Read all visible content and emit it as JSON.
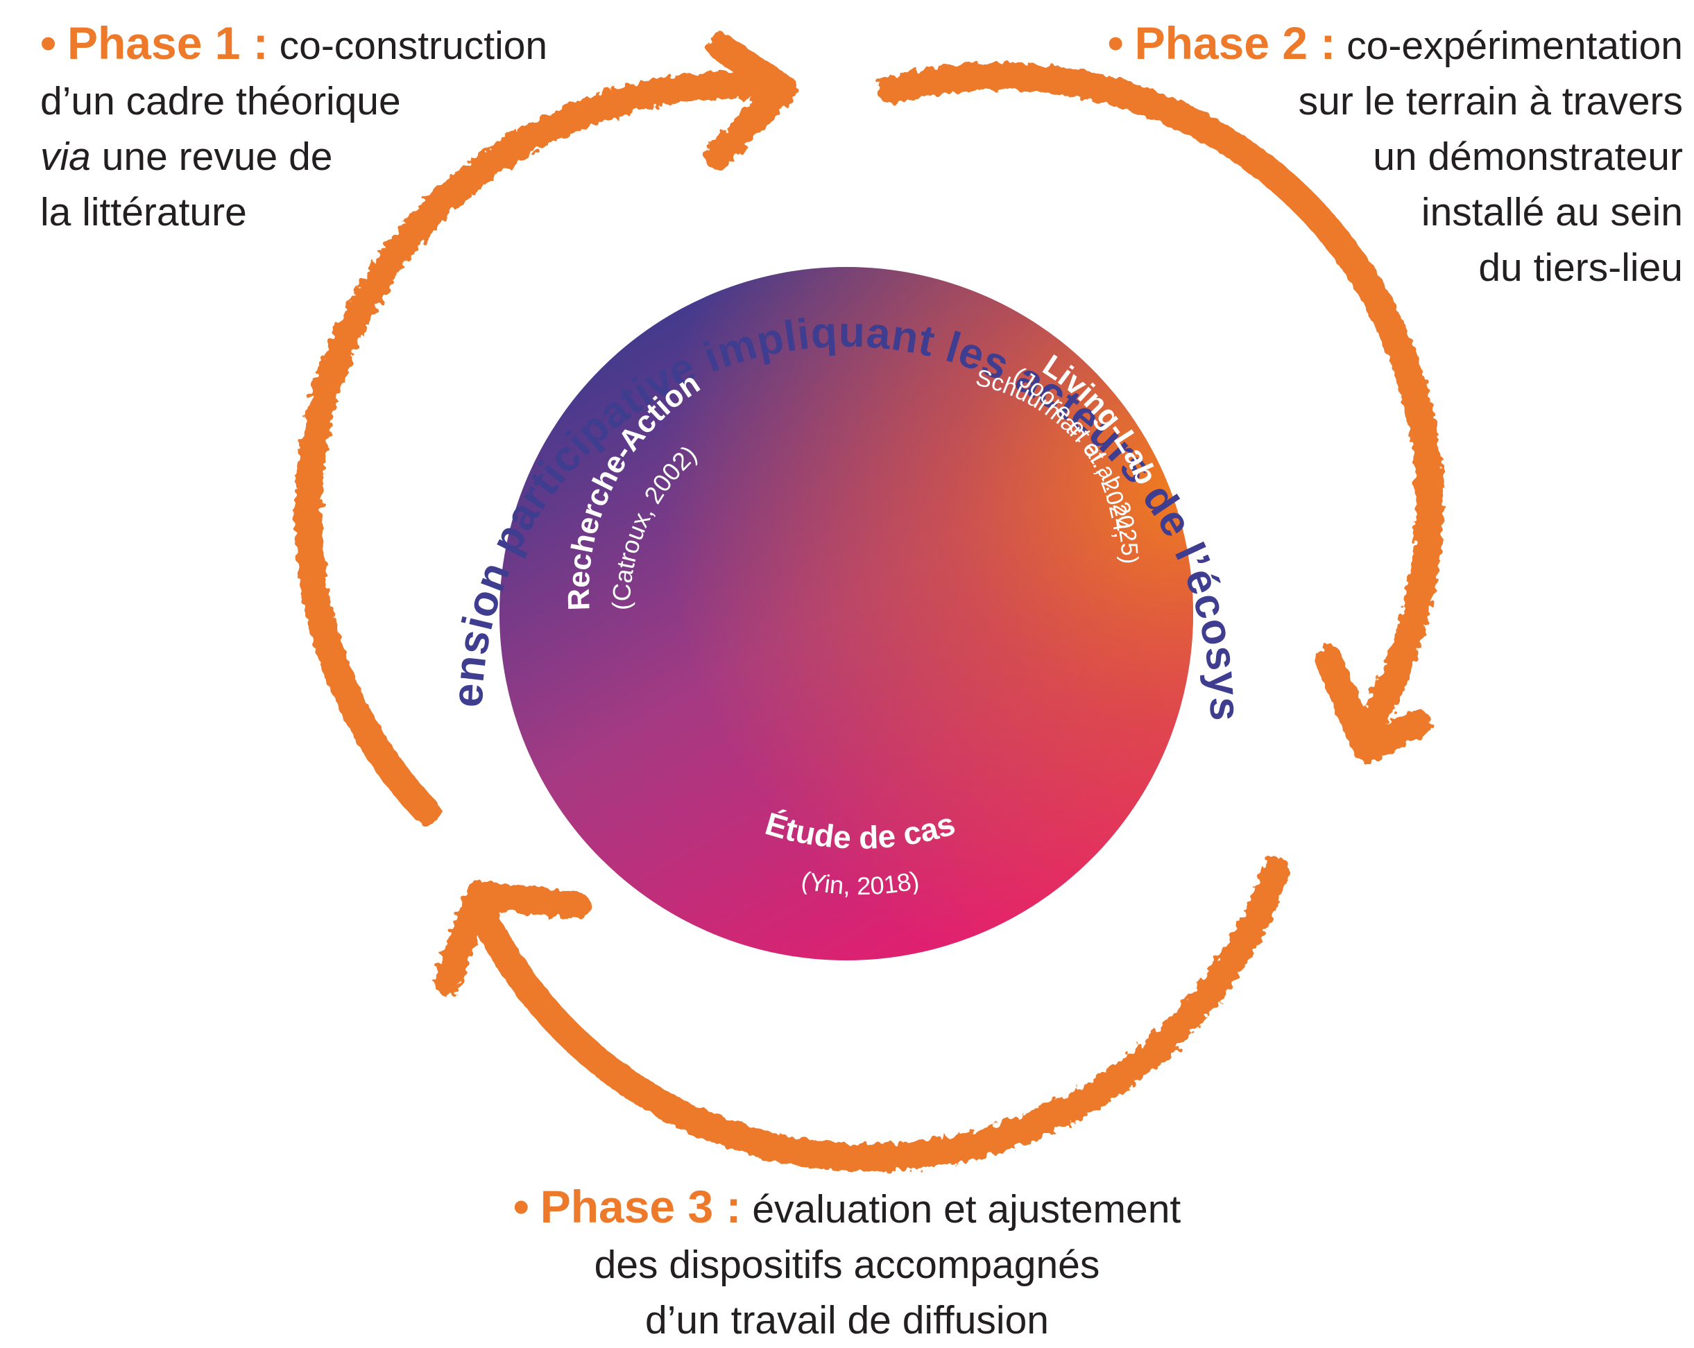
{
  "phases": [
    {
      "bullet": "•",
      "title": "Phase 1 :",
      "line1": "co-construction",
      "line2": "d’un cadre théorique",
      "line3_em": "via",
      "line3_rest": " une revue de",
      "line4": "la littérature"
    },
    {
      "bullet": "•",
      "title": "Phase 2 :",
      "line1": "co-expérimentation",
      "line2": "sur le terrain à travers",
      "line3": "un démonstrateur",
      "line4": "installé au sein",
      "line5": "du tiers-lieu"
    },
    {
      "bullet": "•",
      "title": "Phase 3 :",
      "line1": "évaluation et ajustement",
      "line2": "des dispositifs accompagnés",
      "line3": "d’un travail de diffusion"
    }
  ],
  "ring_text": "+ dimension participative impliquant les acteurs de l’écosystème",
  "methods": {
    "recherche_action": {
      "title": "Recherche-Action",
      "ref": "(Catroux, 2002)"
    },
    "living_lab": {
      "title": "Living-Lab",
      "ref1": "(Joore et al., 2024;",
      "ref2": "Schuurman et al., 2025)"
    },
    "etude_de_cas": {
      "title": "Étude de cas",
      "ref": "(Yin, 2018)"
    }
  },
  "colors": {
    "accent_orange": "#ec7a2a",
    "ring_text_blue": "#3f3d8f",
    "gradient_blue": "#3b3a8e",
    "gradient_orange": "#ef7d1f",
    "gradient_pink": "#e61d6e",
    "body_text": "#231f20"
  }
}
